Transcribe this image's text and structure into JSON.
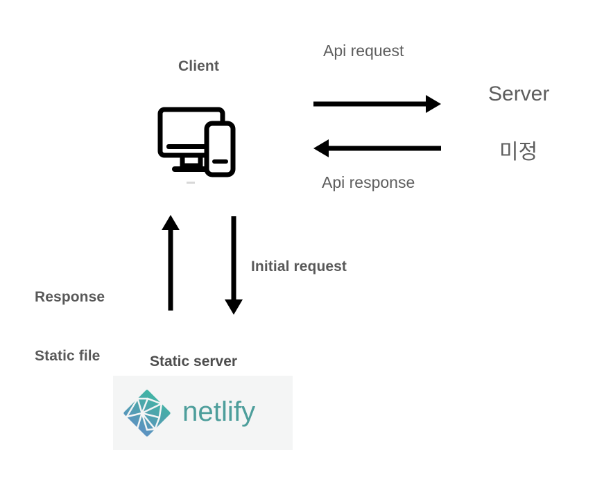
{
  "diagram": {
    "title_text": "",
    "nodes": {
      "client": {
        "label": "Client",
        "icon": "desktop-and-mobile-devices-icon"
      },
      "server": {
        "label": "Server",
        "sub_label": "미정"
      },
      "static_server": {
        "label": "Static server",
        "brand": "netlify",
        "brand_icon": "netlify-diamond-logo-icon",
        "panel_bg": "#f4f5f5"
      }
    },
    "edges": {
      "api_request": {
        "label": "Api request",
        "direction": "right",
        "from": "client",
        "to": "server"
      },
      "api_response": {
        "label": "Api response",
        "direction": "left",
        "from": "server",
        "to": "client"
      },
      "response_static_file": {
        "label_line1": "Response",
        "label_line2": "Static file",
        "direction": "up",
        "from": "static_server",
        "to": "client"
      },
      "initial_request": {
        "label": "Initial request",
        "direction": "down",
        "from": "client",
        "to": "static_server"
      }
    },
    "colors": {
      "text_gray": "#5e5e5e",
      "text_bold_gray": "#595959",
      "text_dark_gray": "#4d4d4d",
      "arrow": "#000000",
      "netlify_teal": "#4d9e9b",
      "netlify_mark_top": "#42b3a5",
      "netlify_mark_bottom": "#5b93c0",
      "panel_bg": "#f4f5f5",
      "background": "#ffffff"
    }
  }
}
